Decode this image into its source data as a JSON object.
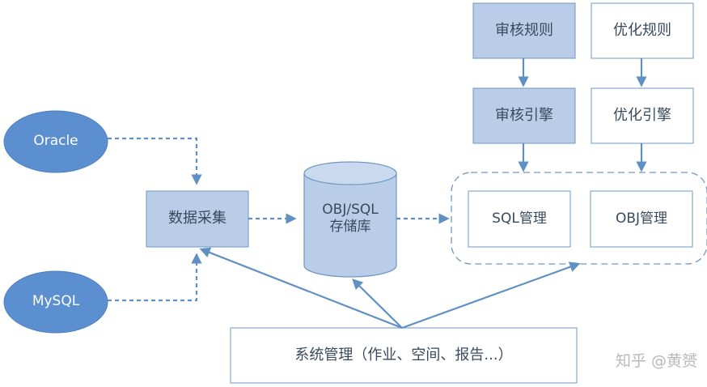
{
  "sources": {
    "oracle": "Oracle",
    "mysql": "MySQL"
  },
  "collector": "数据采集",
  "storage": {
    "line1": "OBJ/SQL",
    "line2": "存储库"
  },
  "audit": {
    "rules": "审核规则",
    "engine": "审核引擎"
  },
  "optimize": {
    "rules": "优化规则",
    "engine": "优化引擎"
  },
  "management": {
    "sql": "SQL管理",
    "obj": "OBJ管理"
  },
  "system": "系统管理（作业、空间、报告...）",
  "watermark": "知乎 @黄赟",
  "colors": {
    "fill": "#b9cde8",
    "stroke": "#6f96c2",
    "node": "#5b8fd0",
    "arrow": "#5f90c4"
  }
}
